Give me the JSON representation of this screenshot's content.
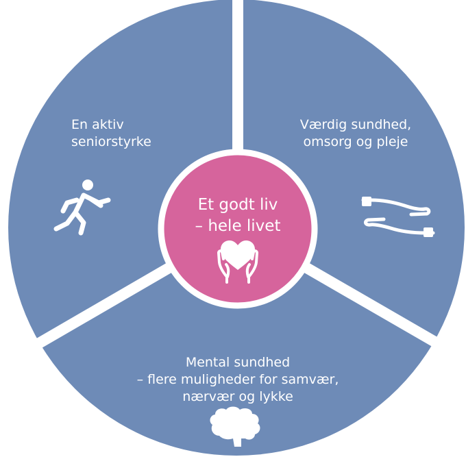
{
  "colors": {
    "segment": "#6e8bb7",
    "center": "#d6649c",
    "separator": "#ffffff",
    "text": "#ffffff"
  },
  "center": {
    "line1": "Et godt liv",
    "line2": "– hele livet",
    "icon": "heart-in-hands-icon"
  },
  "segments": [
    {
      "id": "top-left",
      "lines": [
        "En aktiv",
        "seniorstyrke"
      ],
      "icon": "running-person-icon"
    },
    {
      "id": "top-right",
      "lines": [
        "Værdig sundhed,",
        "omsorg og pleje"
      ],
      "icon": "caring-hands-icon"
    },
    {
      "id": "bottom",
      "lines": [
        "Mental sundhed",
        "– flere muligheder for samvær,",
        "nærvær og lykke"
      ],
      "icon": "brain-icon"
    }
  ]
}
